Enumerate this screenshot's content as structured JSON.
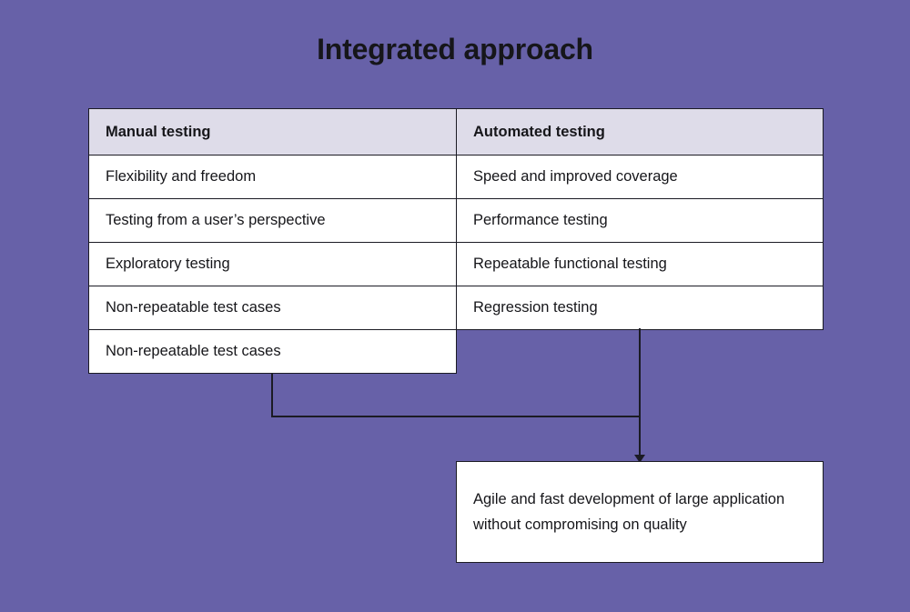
{
  "title": "Integrated approach",
  "table": {
    "headers": [
      "Manual testing",
      "Automated testing"
    ],
    "rows": [
      [
        "Flexibility and freedom",
        "Speed and improved coverage"
      ],
      [
        "Testing from a user’s perspective",
        "Performance testing"
      ],
      [
        "Exploratory testing",
        "Repeatable functional testing"
      ],
      [
        "Non-repeatable test cases",
        "Regression testing"
      ],
      [
        "Non-repeatable test cases",
        ""
      ]
    ]
  },
  "outcome": {
    "text": "Agile and fast development of large application without compromising on quality"
  },
  "colors": {
    "background": "#6761a8",
    "header_cell": "#dedce9",
    "cell": "#ffffff",
    "border": "#1b1b24",
    "text": "#16161a"
  }
}
